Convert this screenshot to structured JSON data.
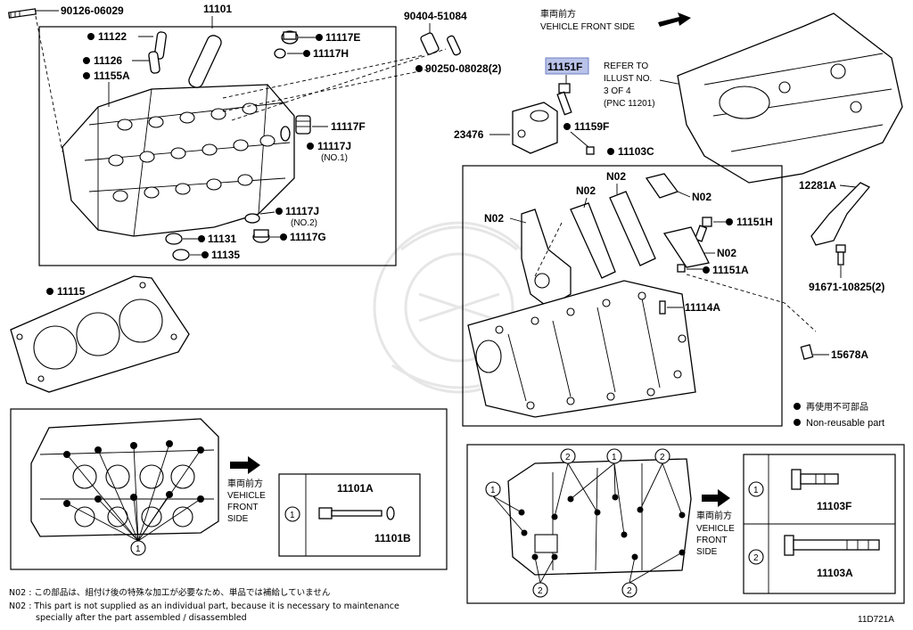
{
  "diagram_code": "11D721A",
  "non_reusable": {
    "jp": "再使用不可部品",
    "en": "Non-reusable part"
  },
  "highlighted_part": "11151F",
  "vehicle_front": {
    "jp": "車両前方",
    "en": "VEHICLE FRONT SIDE",
    "en_lines": [
      "VEHICLE",
      "FRONT",
      "SIDE"
    ]
  },
  "refer": {
    "lines": [
      "REFER TO",
      "ILLUST NO.",
      "3 OF 4",
      "(PNC  11201)"
    ]
  },
  "parts": {
    "p90126": "90126-06029",
    "p11101": "11101",
    "p11122": "11122",
    "p11126": "11126",
    "p11155A": "11155A",
    "p11117E": "11117E",
    "p11117H": "11117H",
    "p90404": "90404-51084",
    "p90250": "90250-08028(2)",
    "p11117F": "11117F",
    "p11117J": "11117J",
    "p11117J_sub": "(NO.1)",
    "p11117J2": "11117J",
    "p11117J2_sub": "(NO.2)",
    "p11131": "11131",
    "p11117G": "11117G",
    "p11135": "11135",
    "p11115": "11115",
    "p11151F": "11151F",
    "p23476": "23476",
    "p11159F": "11159F",
    "p11103C": "11103C",
    "p12281A": "12281A",
    "p91671": "91671-10825(2)",
    "p11151H": "11151H",
    "p11151A": "11151A",
    "p11114A": "11114A",
    "p15678A": "15678A",
    "n02": "N02",
    "p11101A": "11101A",
    "p11101B": "11101B",
    "p11103F": "11103F",
    "p11103A": "11103A"
  },
  "circled": {
    "one": "1",
    "two": "2"
  },
  "footnote": {
    "code": "N02",
    "jp": "N02 : この部品は、組付け後の特殊な加工が必要なため、単品では補給していません",
    "en1": "N02 : This part is not supplied as an individual part, because it is necessary to maintenance",
    "en2": "specially after the part assembled / disassembled"
  }
}
